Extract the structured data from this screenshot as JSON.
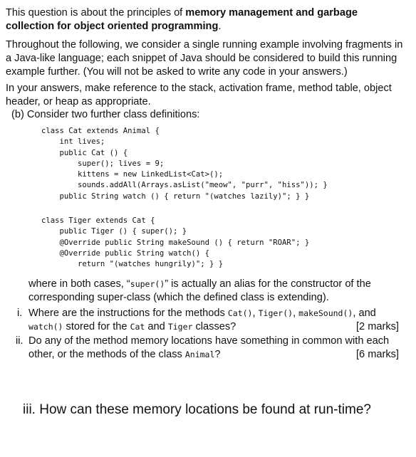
{
  "intro": {
    "pre": "This question is about the principles of ",
    "bold": "memory management and garbage collection for object oriented programming",
    "post": "."
  },
  "context": "Throughout the following, we consider a single running example involving fragments in a Java-like language; each snippet of Java should be considered to build this running example further. (You will not be asked to write any code in your answers.)",
  "instruction": "In your answers, make reference to the stack, activation frame, method table, object header, or heap as appropriate.",
  "part_b_label": "(b) Consider two further class definitions:",
  "code_cat": "class Cat extends Animal {\n    int lives;\n    public Cat () {\n        super(); lives = 9;\n        kittens = new LinkedList<Cat>();\n        sounds.addAll(Arrays.asList(\"meow\", \"purr\", \"hiss\")); }\n    public String watch () { return \"(watches lazily)\"; } }",
  "code_tiger": "class Tiger extends Cat {\n    public Tiger () { super(); }\n    @Override public String makeSound () { return \"ROAR\"; }\n    @Override public String watch() {\n        return \"(watches hungrily)\"; } }",
  "where": {
    "t1": "where in both cases, “",
    "c1": "super()",
    "t2": "” is actually an alias for the constructor of the corresponding super-class (which the defined class is extending)."
  },
  "q1": {
    "num": "i.",
    "t1": "Where are the instructions for the methods ",
    "c1": "Cat()",
    "s1": ", ",
    "c2": "Tiger()",
    "s2": ", ",
    "c3": "makeSound()",
    "t2": ", and ",
    "c4": "watch()",
    "t3": " stored for the ",
    "c5": "Cat",
    "t4": " and ",
    "c6": "Tiger",
    "t5": " classes?",
    "marks": "[2 marks]"
  },
  "q2": {
    "num": "ii.",
    "t1": "Do any of the method memory locations have something in common with each other, or the methods of the class ",
    "c1": "Animal",
    "t2": "?",
    "marks": "[6 marks]"
  },
  "q3": "iii. How can these memory locations be found at run-time?"
}
